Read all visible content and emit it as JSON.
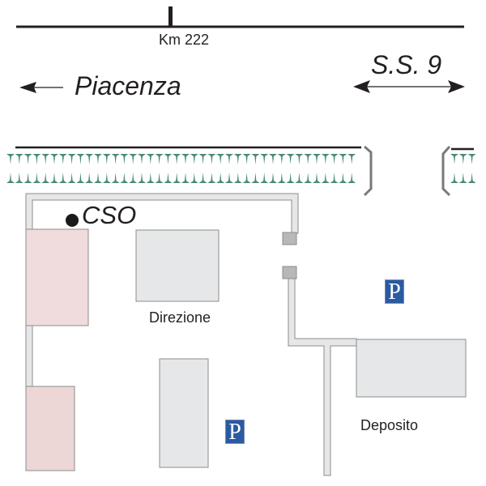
{
  "map": {
    "road": {
      "name": "S.S. 9",
      "kilometer_marker": "Km 222"
    },
    "directions": {
      "left": {
        "label": "Piacenza",
        "arrow": "arrow-left-icon"
      },
      "right": {
        "label": "S.S. 9",
        "arrow": "double-arrow-icon"
      }
    },
    "points": [
      {
        "label": "CSO",
        "icon": "dot-marker-icon"
      }
    ],
    "buildings": [
      {
        "label": "Direzione"
      },
      {
        "label": "Deposito"
      }
    ],
    "parking": [
      {
        "label": "P",
        "icon": "parking-icon"
      },
      {
        "label": "P",
        "icon": "parking-icon"
      }
    ],
    "colors": {
      "road": "#231f20",
      "hedge": "#4a8a78",
      "building": "#e6e7e8",
      "building_highlight": "#f0dcdc",
      "path": "#e6e7e8",
      "outline": "#8c8c8c",
      "parking_bg": "#2a5aa0"
    }
  }
}
